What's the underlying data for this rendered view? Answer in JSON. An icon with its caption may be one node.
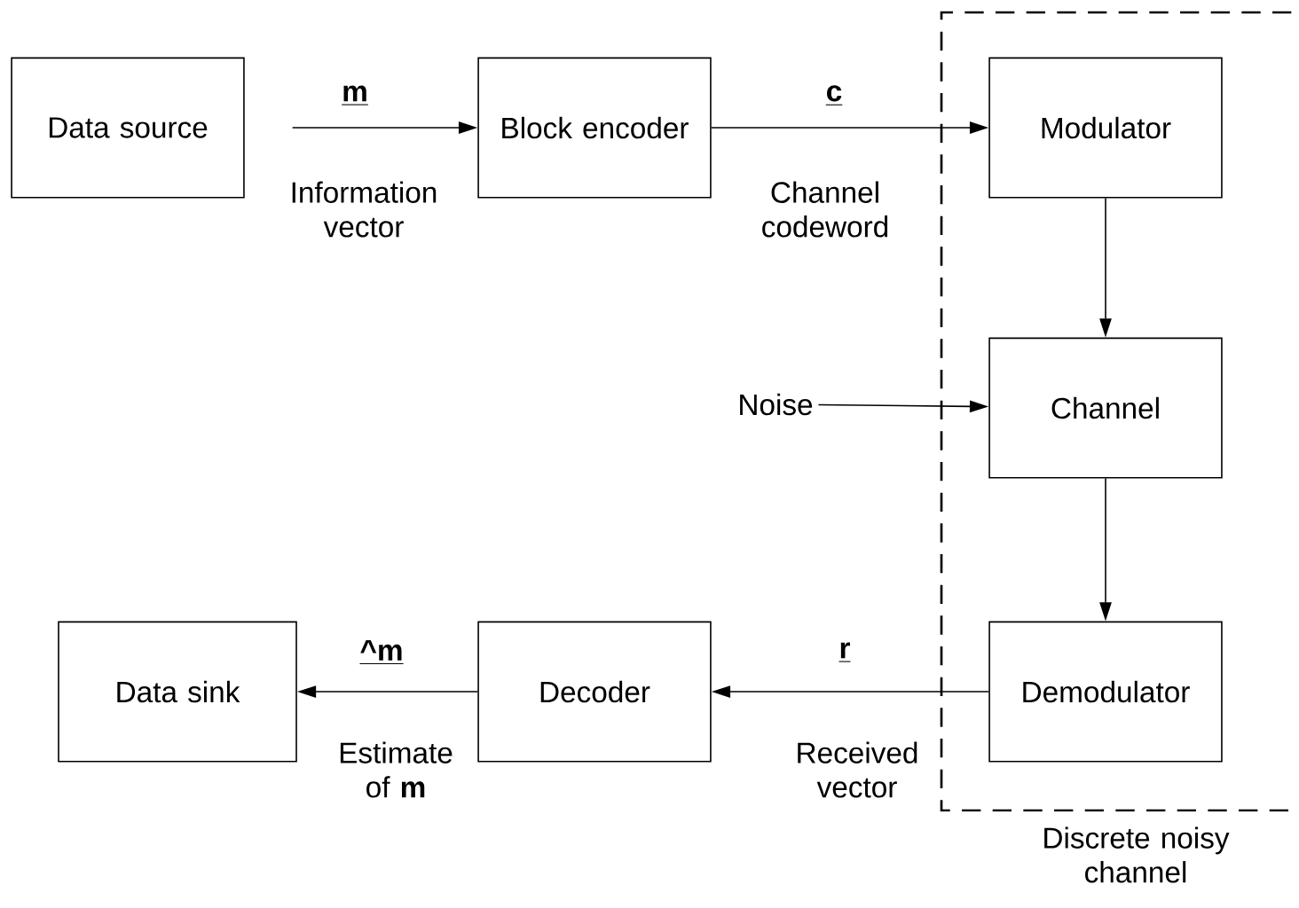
{
  "diagram": {
    "nodes": [
      {
        "text": [
          "Data source"
        ]
      },
      {
        "text": [
          "Block encoder"
        ]
      },
      {
        "text": [
          "Discrete noisy channel"
        ]
      },
      {
        "text": [
          "Modulator"
        ],
        "in": 2
      },
      {
        "text": [
          "Channel"
        ],
        "in": 2
      },
      {
        "text": [
          "Demodulator"
        ],
        "in": 2
      },
      {
        "text": [
          "Decoder"
        ]
      },
      {
        "text": [
          "Data sink"
        ]
      },
      {
        "text": [
          "Noise"
        ]
      }
    ],
    "edges": [
      {
        "from": 0,
        "to": 1,
        "arrow": "to",
        "label": "m"
      },
      {
        "from": 1,
        "to": 3,
        "arrow": "to",
        "label": "c"
      },
      {
        "from": 3,
        "to": 4,
        "arrow": "to"
      },
      {
        "from": 8,
        "to": 4,
        "arrow": "to"
      },
      {
        "from": 4,
        "to": 5,
        "arrow": "to"
      },
      {
        "from": 5,
        "to": 6,
        "arrow": "to",
        "label": "r"
      },
      {
        "from": 6,
        "to": 7,
        "arrow": "to",
        "label": "^**m**"
      }
    ],
    "labels": [
      "Information vector",
      "Channel codeword",
      "Received vector",
      "Estimate of **m**"
    ]
  }
}
